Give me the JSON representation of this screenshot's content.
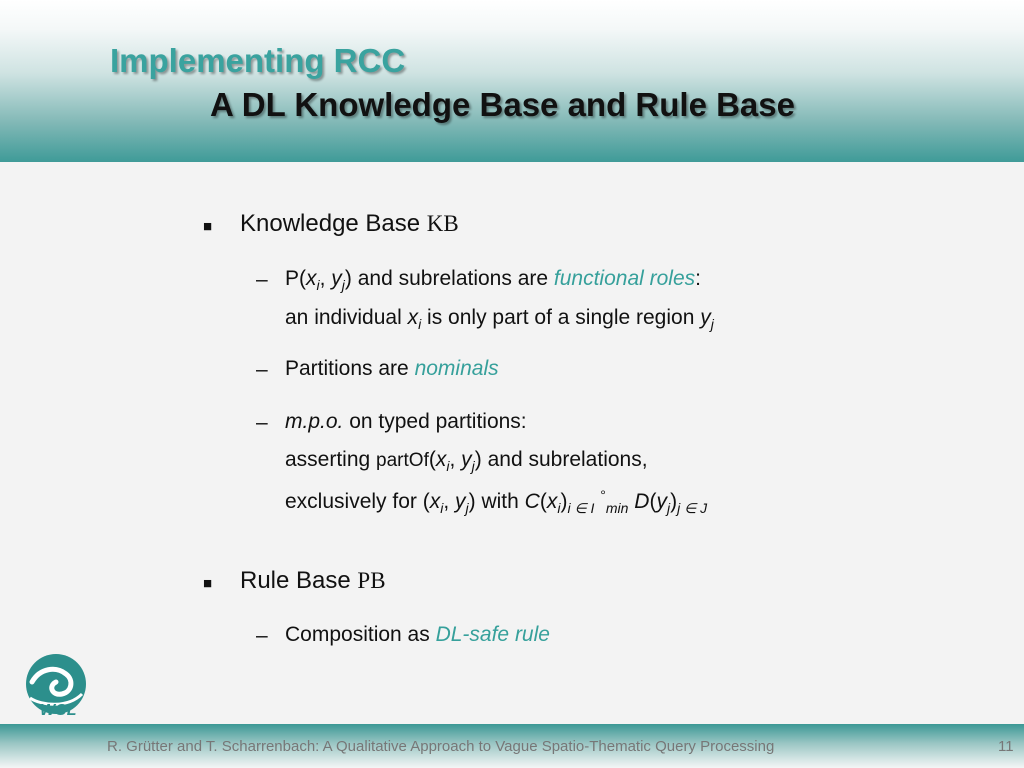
{
  "header": {
    "title": "Implementing RCC",
    "subtitle": "A DL Knowledge Base and Rule Base"
  },
  "bullets": {
    "kb_label": "Knowledge Base ",
    "kb_symbol": "KB",
    "rb_label": "Rule Base ",
    "rb_symbol": "PB",
    "marker": "■",
    "dash": "–"
  },
  "kb_items": {
    "item1_line1_pre": "P(",
    "item1_x": "x",
    "item1_i": "i",
    "item1_comma": ", ",
    "item1_y": "y",
    "item1_j": "j",
    "item1_mid": ") and subrelations are ",
    "item1_accent": "functional roles",
    "item1_colon": ":",
    "item1_line2_pre": "an individual ",
    "item1_line2_mid": " is only part of a single region ",
    "item2_pre": "Partitions are ",
    "item2_accent": "nominals",
    "item3_line1_em": "m.p.o.",
    "item3_line1_rest": " on typed partitions:",
    "item3_line2_pre": "asserting ",
    "item3_line2_fn": "partOf",
    "item3_line2_rest": ") and subrelations,",
    "item3_line3_pre": "exclusively for (",
    "item3_line3_with": ") with ",
    "item3_C": "C",
    "item3_sub_i": "i ∈ I",
    "item3_circ": "°",
    "item3_min": "min",
    "item3_D": "D",
    "item3_sub_j": "j ∈ J"
  },
  "rb_items": {
    "item1_pre": "Composition as ",
    "item1_accent": "DL-safe rule"
  },
  "footer": {
    "citation": "R. Grütter and T. Scharrenbach: A Qualitative Approach to Vague Spatio-Thematic Query Processing",
    "page": "11",
    "logo_text": "WSL"
  },
  "colors": {
    "accent": "#36a09b",
    "header_band": "#3f9b98"
  }
}
